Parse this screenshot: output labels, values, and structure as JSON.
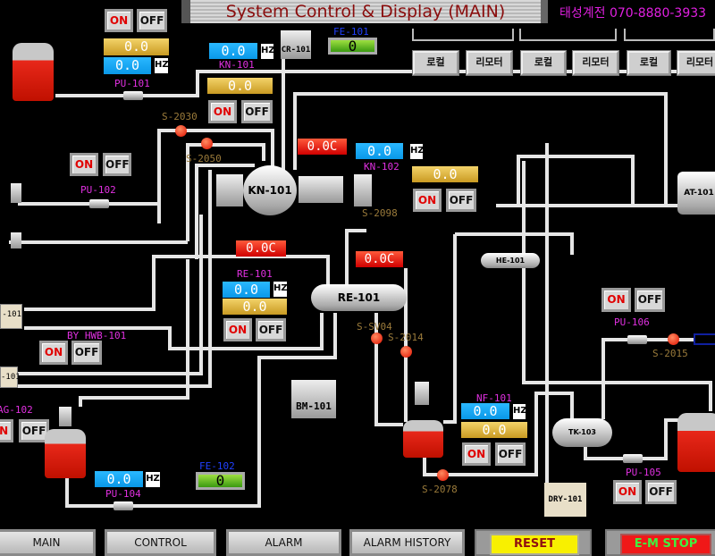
{
  "header": {
    "title": "System Control & Display (MAIN)",
    "company": "태성계전 070-8880-3933"
  },
  "mode_buttons": [
    {
      "local": "로컬",
      "remote": "리모터"
    },
    {
      "local": "로컬",
      "remote": "리모터"
    },
    {
      "local": "로컬",
      "remote": "리모터"
    }
  ],
  "common": {
    "on": "ON",
    "off": "OFF",
    "hz": "HZ"
  },
  "pu101": {
    "label": "PU-101",
    "value_yellow": "0.0",
    "value_hz": "0.0"
  },
  "kn101": {
    "label": "KN-101",
    "hz": "0.0",
    "value_yellow": "0.0",
    "temp": "0.0C",
    "vessel": "KN-101"
  },
  "cr101": {
    "label": "CR-101"
  },
  "fe101": {
    "label": "FE-101",
    "value": "0"
  },
  "kn102": {
    "label": "KN-102",
    "hz": "0.0",
    "value_yellow": "0.0"
  },
  "pu102": {
    "label": "PU-102"
  },
  "re101": {
    "label": "RE-101",
    "temp": "0.0C",
    "temp2": "0.0C",
    "hz": "0.0",
    "value_yellow": "0.0",
    "vessel": "RE-101"
  },
  "hwb": {
    "label": "BY HWB-101",
    "unit1": "-101",
    "unit2": "-101"
  },
  "ag102": {
    "label": "AG-102"
  },
  "bm101": {
    "label": "BM-101"
  },
  "pu104": {
    "label": "PU-104",
    "hz": "0.0"
  },
  "fe102": {
    "label": "FE-102",
    "value": "0"
  },
  "nf101": {
    "label": "NF-101",
    "hz": "0.0",
    "value_yellow": "0.0"
  },
  "tk103": {
    "label": "TK-103"
  },
  "dry101": {
    "label": "DRY-101"
  },
  "pu105": {
    "label": "PU-105"
  },
  "pu106": {
    "label": "PU-106"
  },
  "he101": {
    "label": "HE-101"
  },
  "at101": {
    "label": "AT-101"
  },
  "valves": {
    "s2030": "S-2030",
    "s2050": "S-2050",
    "s2098": "S-2098",
    "ssv04": "S-SV04",
    "s2014": "S-2014",
    "s2078": "S-2078",
    "s2015": "S-2015"
  },
  "nav": {
    "main": "MAIN",
    "control": "CONTROL",
    "alarm": "ALARM",
    "alarm_history": "ALARM HISTORY",
    "reset": "RESET",
    "estop": "E-M STOP"
  },
  "colors": {
    "pipe": "#e6e6e6",
    "label": "#e030e0",
    "valve": "#e01000",
    "reset": "#f8f000",
    "estop": "#f01818"
  }
}
